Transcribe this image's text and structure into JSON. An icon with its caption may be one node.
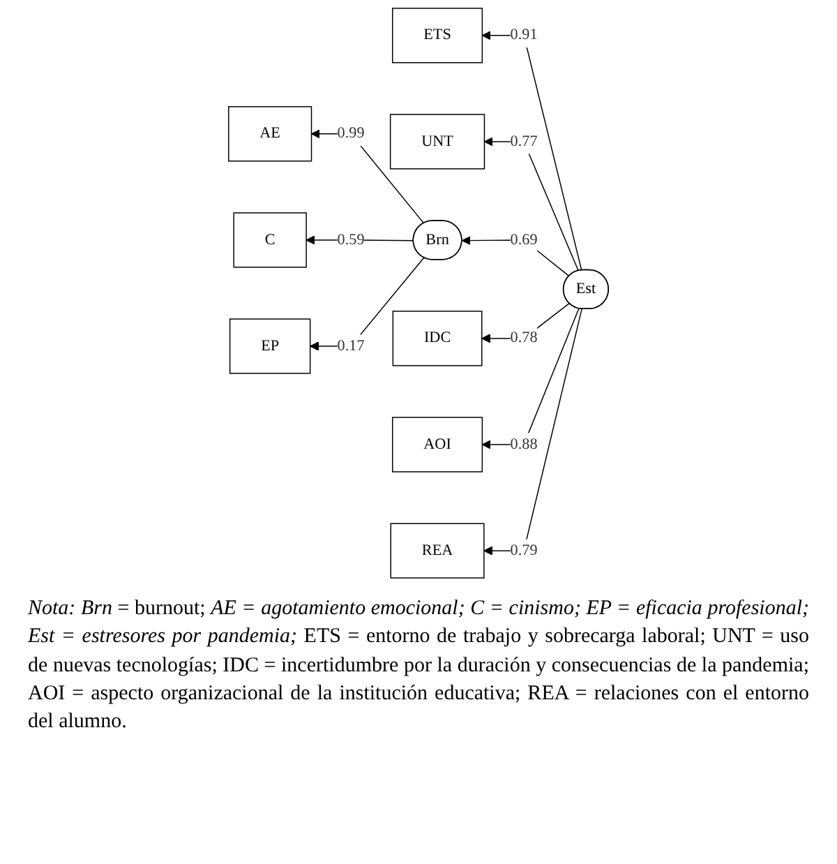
{
  "diagram": {
    "caption": "*Nota: Brn* = burnout; *AE = agotamiento emocional; C = cinismo; EP = eficacia profesional; Est = estresores por pandemia;* ETS = entorno de trabajo y sobrecarga laboral; UNT = uso de nuevas tecnologías; IDC = incertidumbre por la duración y consecuencias de la pandemia; AOI = aspecto organizacional de la institución educativa; REA = relaciones con el entorno del alumno.",
    "nodes": [
      {
        "text": [
          "AE"
        ]
      },
      {
        "text": [
          "ETS"
        ]
      },
      {
        "text": [
          "UNT"
        ]
      },
      {
        "text": [
          "C"
        ]
      },
      {
        "text": [
          "Brn"
        ]
      },
      {
        "text": [
          "Est"
        ]
      },
      {
        "text": [
          "IDC"
        ]
      },
      {
        "text": [
          "AOI"
        ]
      },
      {
        "text": [
          "EP"
        ]
      },
      {
        "text": [
          "REA"
        ]
      }
    ],
    "edges": [
      {
        "from": 5,
        "to": 4,
        "arrow": "to",
        "label": "0.69"
      },
      {
        "from": 4,
        "to": 0,
        "arrow": "to",
        "label": "0.99"
      },
      {
        "from": 4,
        "to": 3,
        "arrow": "to",
        "label": "0.59"
      },
      {
        "from": 4,
        "to": 8,
        "arrow": "to",
        "label": "0.17"
      },
      {
        "from": 5,
        "to": 1,
        "arrow": "to",
        "label": "0.91"
      },
      {
        "from": 5,
        "to": 2,
        "arrow": "to",
        "label": "0.77"
      },
      {
        "from": 5,
        "to": 6,
        "arrow": "to",
        "label": "0.78"
      },
      {
        "from": 5,
        "to": 7,
        "arrow": "to",
        "label": "0.88"
      },
      {
        "from": 5,
        "to": 9,
        "arrow": "to",
        "label": "0.79"
      }
    ]
  }
}
